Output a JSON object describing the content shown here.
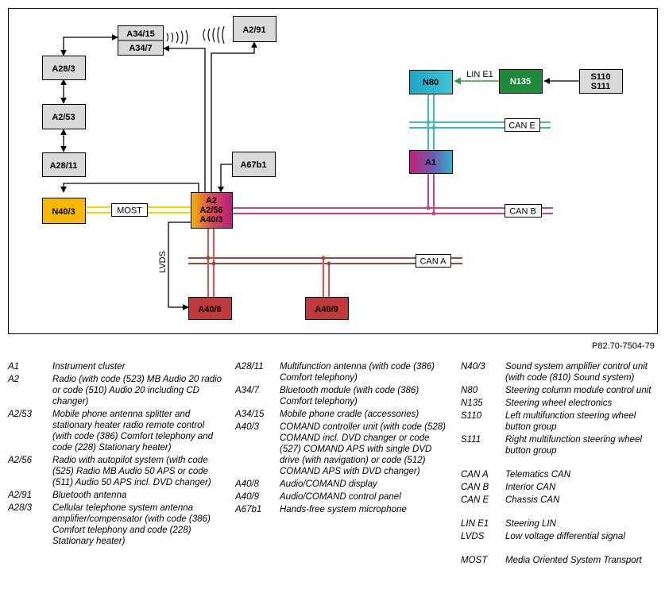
{
  "diagram": {
    "nodes": {
      "a34_15": "A34/15",
      "a34_7": "A34/7",
      "a2_91": "A2/91",
      "a28_3": "A28/3",
      "a2_53": "A2/53",
      "a28_11": "A28/11",
      "a67b1": "A67b1",
      "n40_3": "N40/3",
      "a2_line1": "A2",
      "a2_line2": "A2/56",
      "a2_line3": "A40/3",
      "a40_8": "A40/8",
      "a40_9": "A40/9",
      "n80": "N80",
      "n135": "N135",
      "s110": "S110",
      "s111": "S111",
      "a1": "A1"
    },
    "bus_labels": {
      "most": "MOST",
      "can_a": "CAN A",
      "can_b": "CAN B",
      "can_e": "CAN E",
      "lin_e1": "LIN E1",
      "lvds": "LVDS"
    },
    "colors": {
      "most": "#ffd200",
      "can_b": "#cc3d8c",
      "can_a": "#a0473a",
      "can_e": "#3fb8c6",
      "lin_e1": "#2e9a3a",
      "n40_3": "#f6b800",
      "a40": "#c0393b",
      "n135": "#1f8a3a",
      "grey_box": "#d9d9d9"
    }
  },
  "reference": "P82.70-7504-79",
  "legend": {
    "col1": [
      {
        "code": "A1",
        "desc": "Instrument cluster"
      },
      {
        "code": "A2",
        "desc": "Radio (with code (523) MB Audio 20 radio or code (510) Audio 20 including CD changer)"
      },
      {
        "code": "A2/53",
        "desc": "Mobile phone antenna splitter and stationary heater radio remote control (with code (386) Comfort telephony and code (228) Stationary heater)"
      },
      {
        "code": "A2/56",
        "desc": "Radio with autopilot system (with code (525) Radio MB Audio 50 APS or code (511) Audio 50 APS incl. DVD changer)"
      },
      {
        "code": "A2/91",
        "desc": "Bluetooth antenna"
      },
      {
        "code": "A28/3",
        "desc": "Cellular telephone system antenna amplifier/compensator (with code (386) Comfort telephony and code (228) Stationary heater)"
      }
    ],
    "col2": [
      {
        "code": "A28/11",
        "desc": "Multifunction antenna (with code (386) Comfort telephony)"
      },
      {
        "code": "A34/7",
        "desc": "Bluetooth module (with code (386) Comfort telephony)"
      },
      {
        "code": "A34/15",
        "desc": "Mobile phone cradle (accessories)"
      },
      {
        "code": "A40/3",
        "desc": "COMAND controller unit (with code (528) COMAND incl. DVD changer or code (527) COMAND APS with single DVD drive (with navigation) or code (512) COMAND APS with DVD changer)"
      },
      {
        "code": "A40/8",
        "desc": "Audio/COMAND display"
      },
      {
        "code": "A40/9",
        "desc": "Audio/COMAND control panel"
      },
      {
        "code": "A67b1",
        "desc": "Hands-free system microphone"
      }
    ],
    "col3a": [
      {
        "code": "N40/3",
        "desc": "Sound system amplifier control unit (with code (810) Sound system)"
      },
      {
        "code": "N80",
        "desc": "Steering column module control unit"
      },
      {
        "code": "N135",
        "desc": "Steering wheel electronics"
      },
      {
        "code": "S110",
        "desc": "Left multifunction steering wheel button group"
      },
      {
        "code": "S111",
        "desc": "Right multifunction steering wheel button group"
      }
    ],
    "col3b": [
      {
        "code": "CAN A",
        "desc": "Telematics CAN"
      },
      {
        "code": "CAN B",
        "desc": "Interior CAN"
      },
      {
        "code": "CAN E",
        "desc": "Chassis CAN"
      }
    ],
    "col3c": [
      {
        "code": "LIN E1",
        "desc": "Steering LIN"
      },
      {
        "code": "LVDS",
        "desc": "Low voltage differential signal"
      }
    ],
    "col3d": [
      {
        "code": "MOST",
        "desc": "Media Oriented System Transport"
      }
    ]
  }
}
